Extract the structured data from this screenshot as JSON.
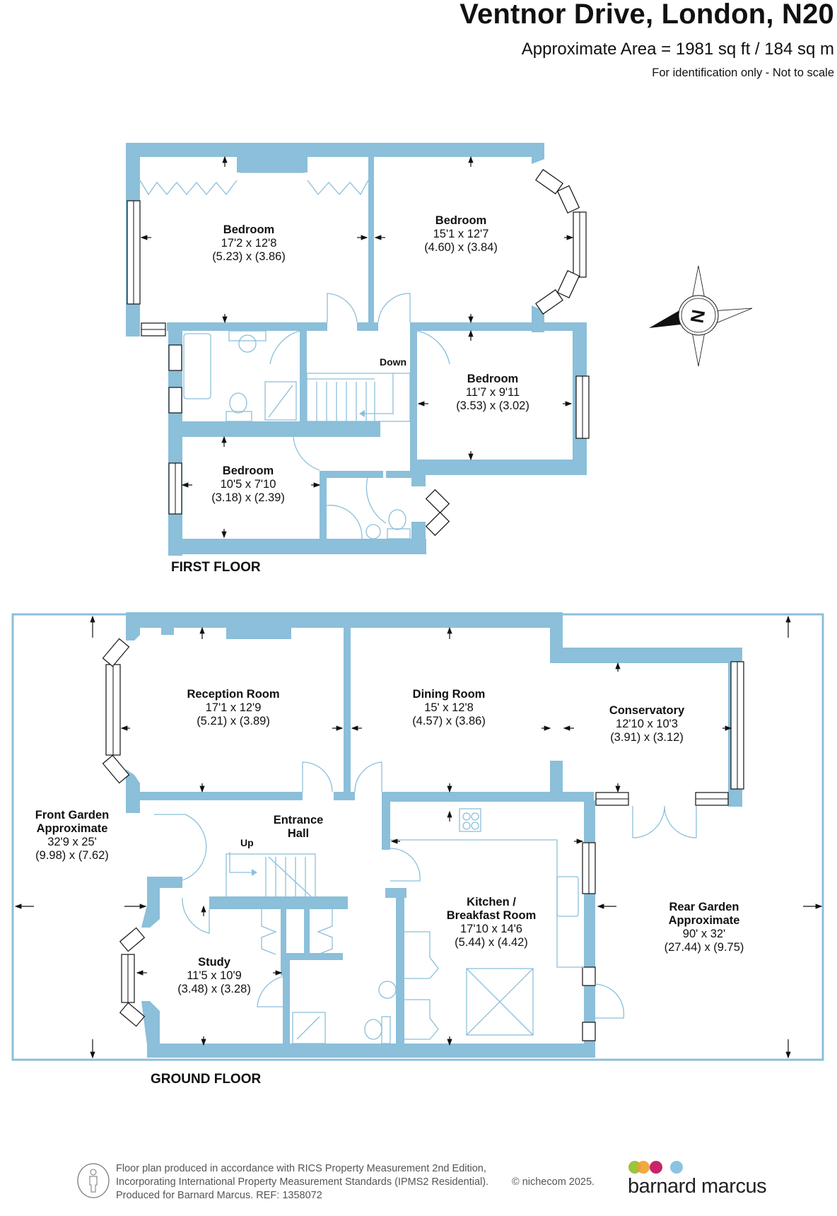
{
  "header": {
    "title": "Ventnor Drive, London, N20",
    "area": "Approximate Area = 1981 sq ft / 184 sq m",
    "note": "For identification only - Not to scale"
  },
  "colors": {
    "wall": "#8bbfda",
    "text": "#111111",
    "footer_text": "#555555",
    "logo_dots": [
      "#9cc43e",
      "#f0a030",
      "#c8246a",
      "#8bc4e0"
    ]
  },
  "compass": {
    "label": "N"
  },
  "first_floor": {
    "label": "FIRST FLOOR",
    "stair_label": "Down",
    "rooms": [
      {
        "name": "Bedroom",
        "imperial": "17'2 x 12'8",
        "metric": "(5.23) x (3.86)"
      },
      {
        "name": "Bedroom",
        "imperial": "15'1 x 12'7",
        "metric": "(4.60) x (3.84)"
      },
      {
        "name": "Bedroom",
        "imperial": "11'7 x 9'11",
        "metric": "(3.53) x (3.02)"
      },
      {
        "name": "Bedroom",
        "imperial": "10'5 x 7'10",
        "metric": "(3.18) x (2.39)"
      }
    ]
  },
  "ground_floor": {
    "label": "GROUND FLOOR",
    "stair_label": "Up",
    "rooms": [
      {
        "name": "Reception Room",
        "imperial": "17'1 x 12'9",
        "metric": "(5.21) x (3.89)"
      },
      {
        "name": "Dining Room",
        "imperial": "15' x 12'8",
        "metric": "(4.57) x (3.86)"
      },
      {
        "name": "Conservatory",
        "imperial": "12'10 x 10'3",
        "metric": "(3.91) x (3.12)"
      },
      {
        "name": "Front Garden",
        "name2": "Approximate",
        "imperial": "32'9 x 25'",
        "metric": "(9.98) x (7.62)"
      },
      {
        "name": "Entrance",
        "name2": "Hall"
      },
      {
        "name": "Kitchen /",
        "name2": "Breakfast Room",
        "imperial": "17'10 x 14'6",
        "metric": "(5.44) x (4.42)"
      },
      {
        "name": "Rear Garden",
        "name2": "Approximate",
        "imperial": "90' x 32'",
        "metric": "(27.44) x (9.75)"
      },
      {
        "name": "Study",
        "imperial": "11'5 x 10'9",
        "metric": "(3.48) x (3.28)"
      }
    ]
  },
  "footer": {
    "line1": "Floor plan produced in accordance with RICS Property Measurement 2nd Edition,",
    "line2": "Incorporating International Property Measurement Standards (IPMS2 Residential).",
    "line3": "Produced for Barnard Marcus.   REF: 1358072",
    "copyright": "© nichecom 2025."
  },
  "logo": {
    "text": "barnard marcus"
  }
}
